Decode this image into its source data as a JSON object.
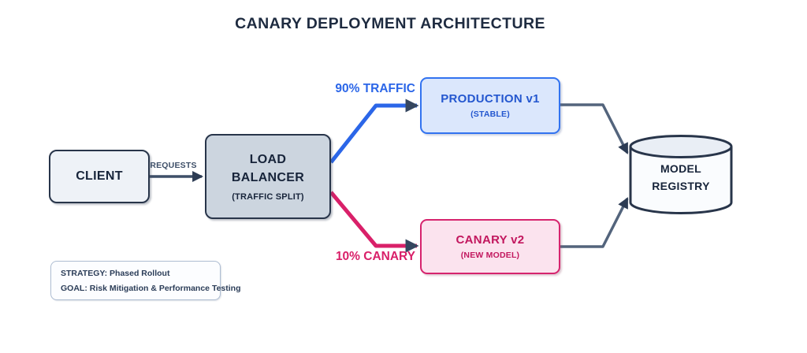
{
  "title": "CANARY DEPLOYMENT ARCHITECTURE",
  "nodes": {
    "client": {
      "label": "CLIENT"
    },
    "load_balancer": {
      "label_line1": "LOAD",
      "label_line2": "BALANCER",
      "sublabel": "(TRAFFIC SPLIT)"
    },
    "production": {
      "label": "PRODUCTION v1",
      "sublabel": "(STABLE)"
    },
    "canary": {
      "label": "CANARY v2",
      "sublabel": "(NEW MODEL)"
    },
    "registry": {
      "label_line1": "MODEL",
      "label_line2": "REGISTRY"
    }
  },
  "edges": {
    "requests": {
      "label": "REQUESTS"
    },
    "traffic_split_production": {
      "label": "90% TRAFFIC"
    },
    "traffic_split_canary": {
      "label": "10% CANARY"
    }
  },
  "notes": {
    "strategy": "STRATEGY: Phased Rollout",
    "goal": "GOAL: Risk Mitigation & Performance Testing"
  },
  "colors": {
    "ink": "#1e2b40",
    "blue": "#2b66e8",
    "pink": "#d92069",
    "slate": "#53647c",
    "arrowhead": "#2f3f58",
    "production_fill": "#dbe7fc",
    "production_border": "#3273f0",
    "canary_fill": "#fbe3ee",
    "canary_border": "#d6246e",
    "lb_fill": "#ccd5df",
    "client_fill": "#eef2f7"
  }
}
